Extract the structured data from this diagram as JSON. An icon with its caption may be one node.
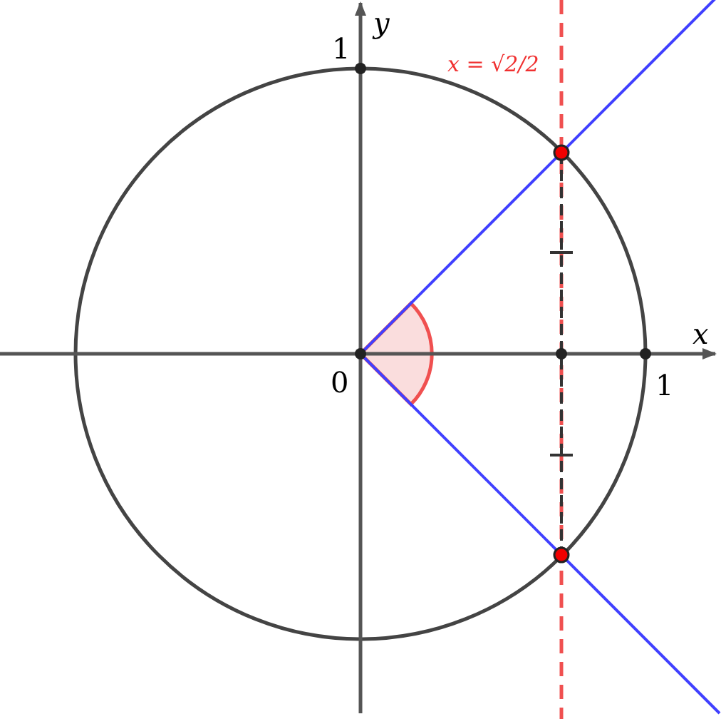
{
  "diagram": {
    "labels": [
      "1",
      "y",
      "x = √2/2",
      "x",
      "0",
      "1"
    ]
  }
}
